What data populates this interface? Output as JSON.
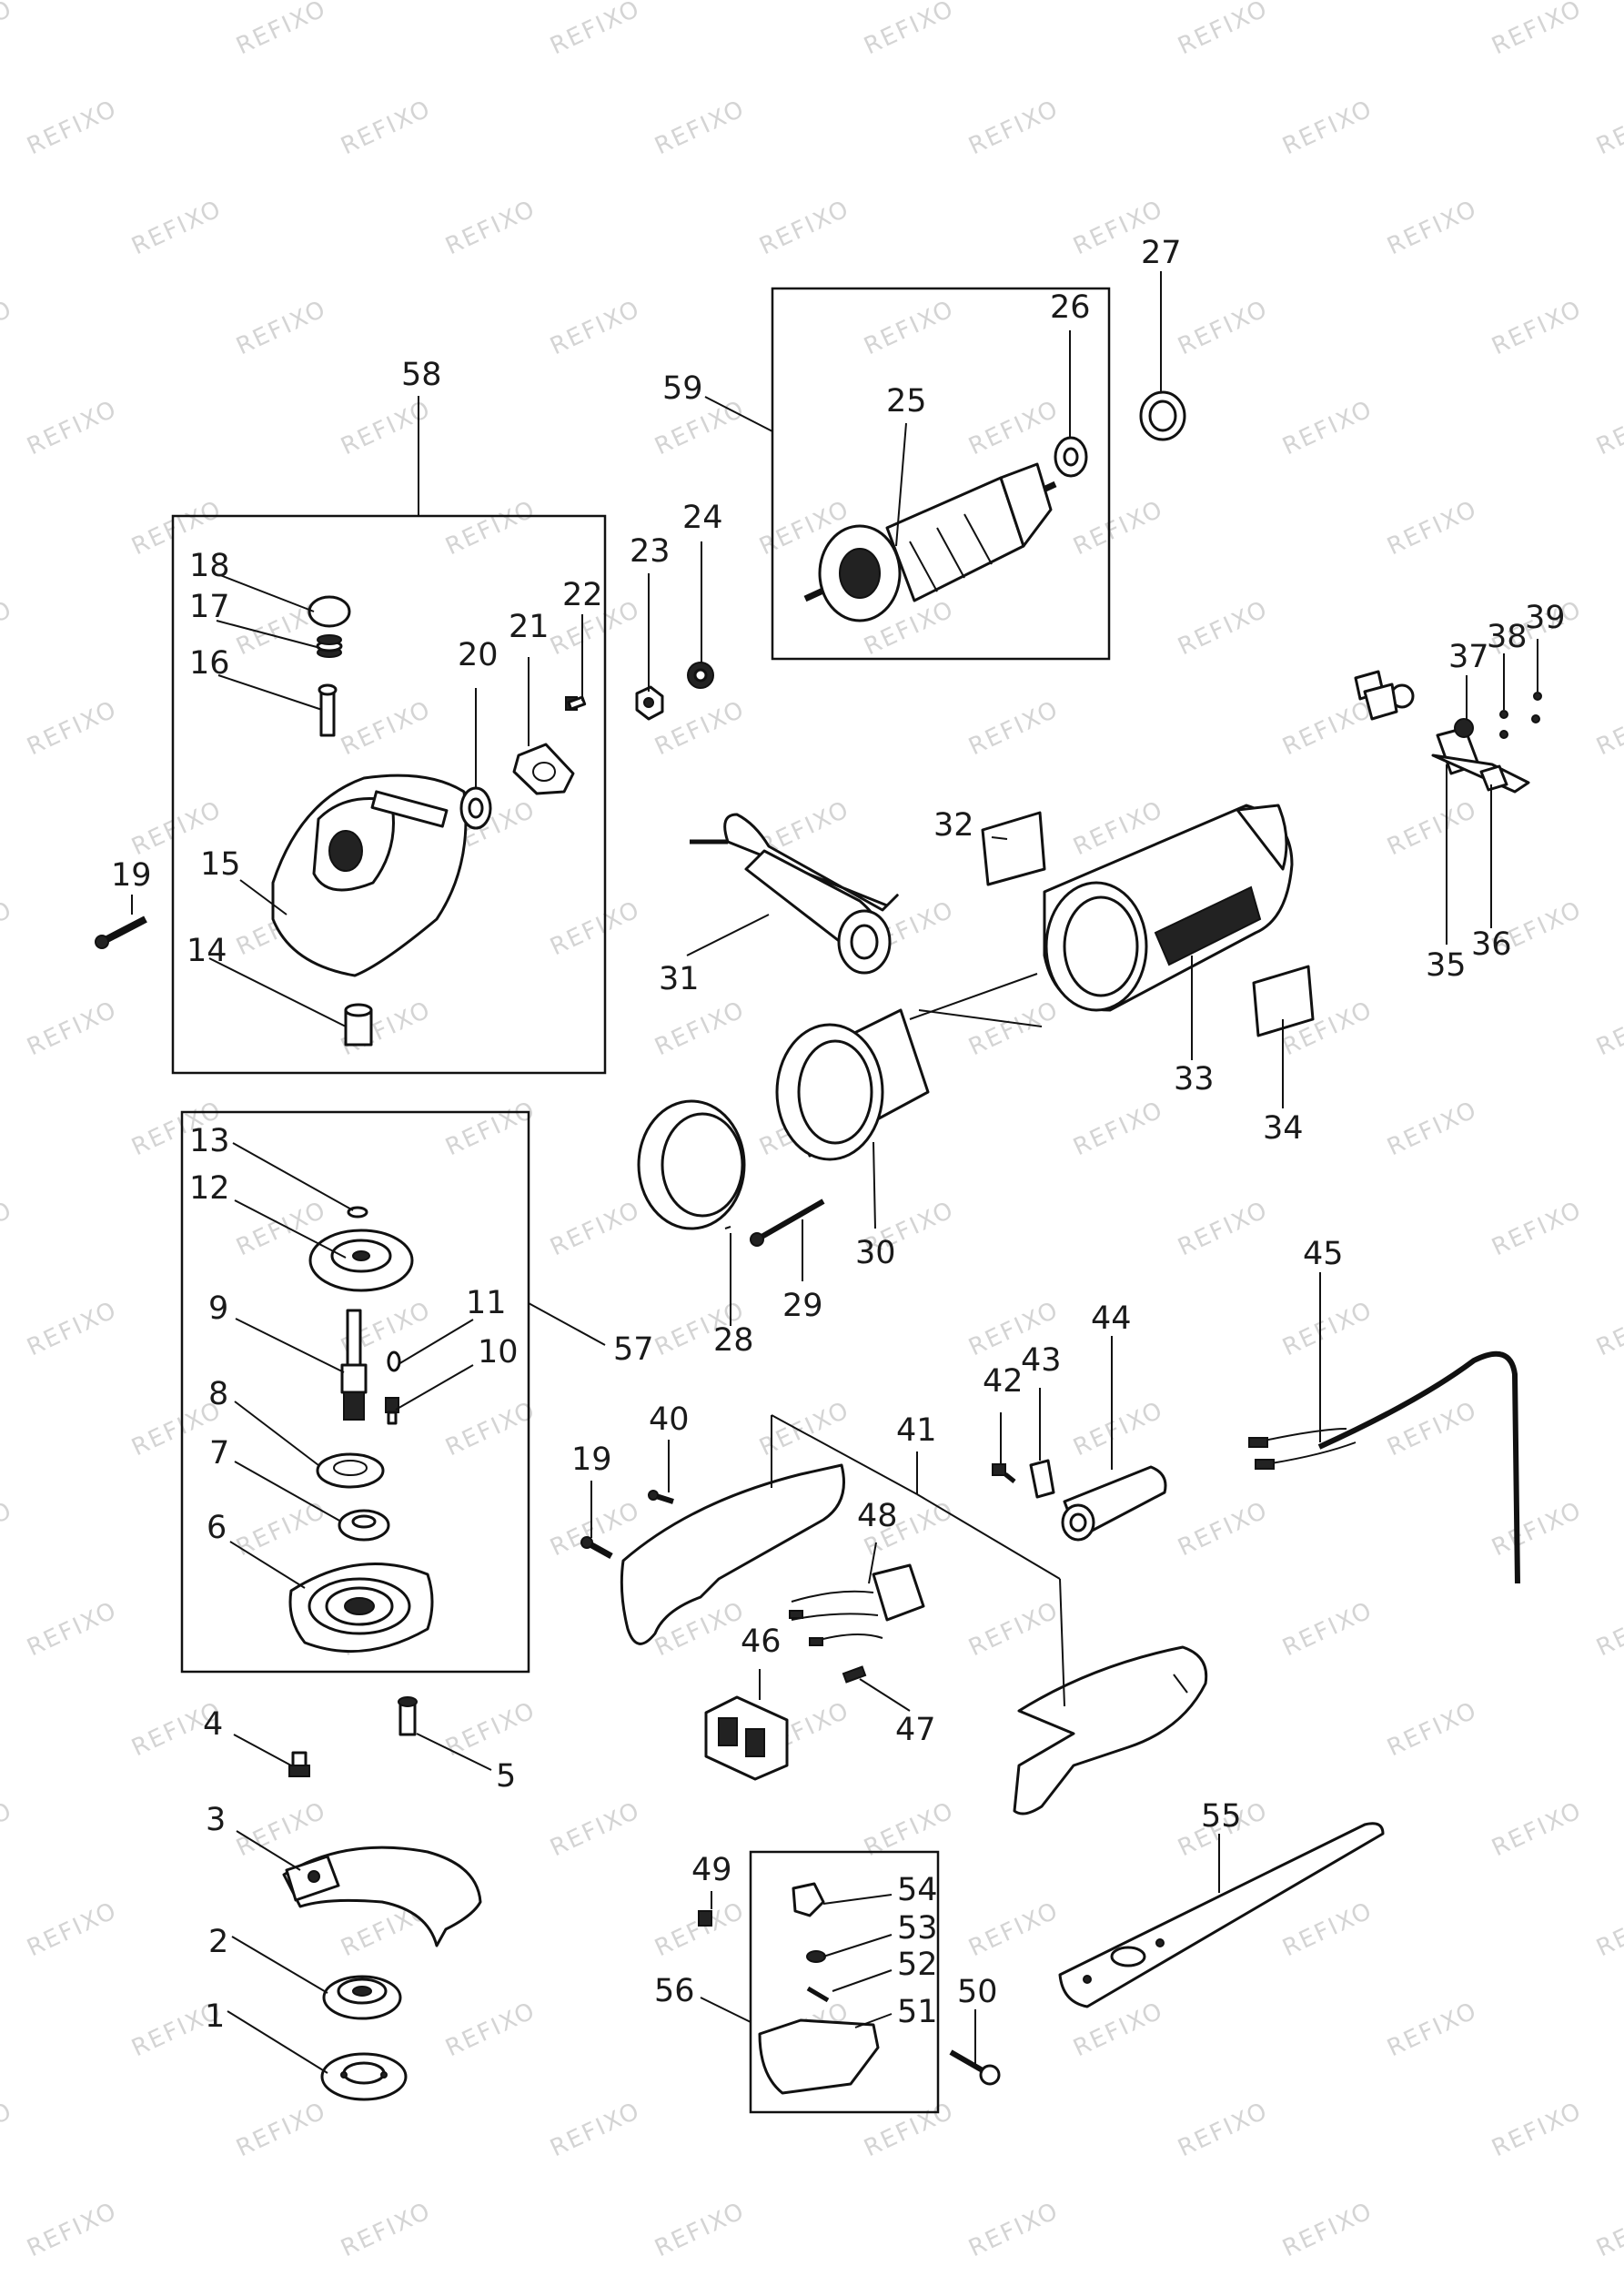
{
  "watermark": "REFIXO",
  "labels": [
    "1",
    "2",
    "3",
    "4",
    "5",
    "6",
    "7",
    "8",
    "9",
    "10",
    "11",
    "12",
    "13",
    "14",
    "15",
    "16",
    "17",
    "18",
    "19",
    "19",
    "20",
    "21",
    "22",
    "23",
    "24",
    "25",
    "26",
    "27",
    "28",
    "29",
    "30",
    "31",
    "32",
    "33",
    "34",
    "35",
    "36",
    "37",
    "38",
    "39",
    "40",
    "41",
    "42",
    "43",
    "44",
    "45",
    "46",
    "47",
    "48",
    "49",
    "50",
    "51",
    "52",
    "53",
    "54",
    "55",
    "56",
    "57",
    "58",
    "59"
  ]
}
